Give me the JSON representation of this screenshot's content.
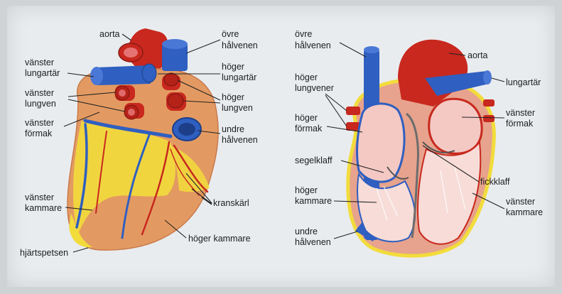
{
  "left_heart": {
    "labels": {
      "aorta": "aorta",
      "ovre_halvenen": [
        "övre",
        "hålvenen"
      ],
      "vanster_lungartar": [
        "vänster",
        "lungartär"
      ],
      "hoger_lungartar": [
        "höger",
        "lungartär"
      ],
      "vanster_lungven": [
        "vänster",
        "lungven"
      ],
      "hoger_lungven": [
        "höger",
        "lungven"
      ],
      "vanster_formak": [
        "vänster",
        "förmak"
      ],
      "undre_halvenen": [
        "undre",
        "hålvenen"
      ],
      "kranskarl": "kranskärl",
      "vanster_kammare": [
        "vänster",
        "kammare"
      ],
      "hoger_kammare": "höger kammare",
      "hjartspetsen": "hjärtspetsen"
    }
  },
  "right_heart": {
    "labels": {
      "ovre_halvenen": [
        "övre",
        "hålvenen"
      ],
      "aorta": "aorta",
      "lungartar": "lungartär",
      "hoger_lungvener": [
        "höger",
        "lungvener"
      ],
      "vanster_formak": [
        "vänster",
        "förmak"
      ],
      "hoger_formak": [
        "höger",
        "förmak"
      ],
      "segelklaff": "segelklaff",
      "fickklaff": "fickklaff",
      "hoger_kammare": [
        "höger",
        "kammare"
      ],
      "vanster_kammare": [
        "vänster",
        "kammare"
      ],
      "undre_halvenen": [
        "undre",
        "hålvenen"
      ]
    }
  },
  "colors": {
    "background": "#e9ecef",
    "muscle": "#e39a62",
    "fat": "#f2dc3c",
    "artery": "#c8281e",
    "vein": "#2f5fc0",
    "interior": "#f4c9c4",
    "wall": "#e7a38d"
  }
}
